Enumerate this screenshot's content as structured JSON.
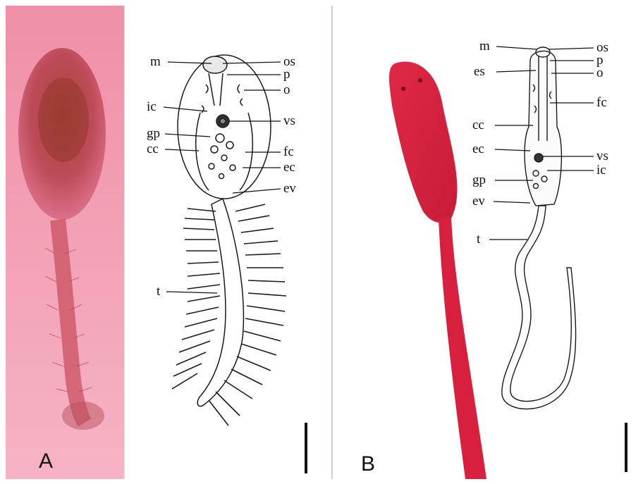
{
  "panels": [
    {
      "letter": "A",
      "labels": {
        "m": "m",
        "os": "os",
        "p": "p",
        "o": "o",
        "ic": "ic",
        "vs": "vs",
        "gp": "gp",
        "cc": "cc",
        "fc": "fc",
        "ec": "ec",
        "ev": "ev",
        "t": "t"
      }
    },
    {
      "letter": "B",
      "labels": {
        "m": "m",
        "os": "os",
        "p": "p",
        "es": "es",
        "o": "o",
        "fc": "fc",
        "cc": "cc",
        "ec": "ec",
        "vs": "vs",
        "ic": "ic",
        "gp": "gp",
        "ev": "ev",
        "t": "t"
      }
    }
  ],
  "colors": {
    "stain_background": "#f2a6b8",
    "specimen_a": "#c8485f",
    "specimen_b": "#d4203e",
    "ink": "#1a1a1a"
  }
}
